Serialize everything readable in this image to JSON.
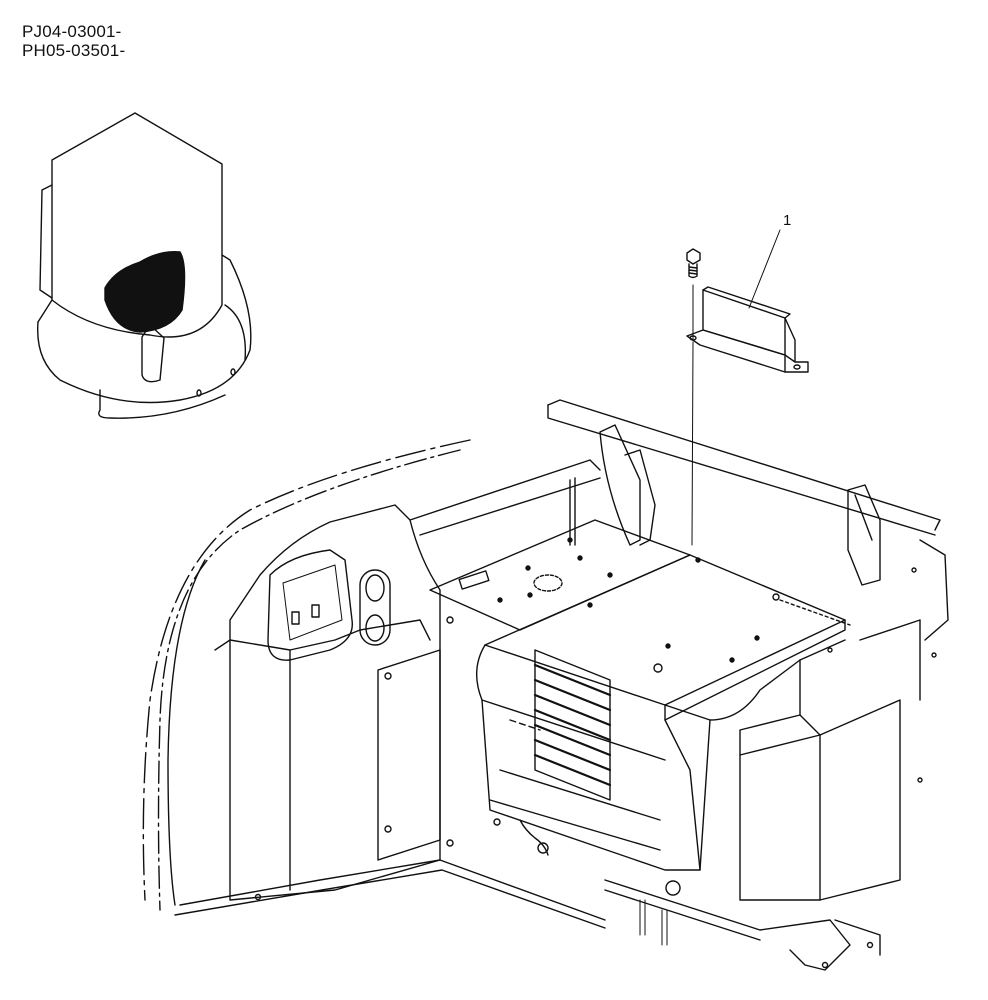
{
  "diagram": {
    "serial_ranges": [
      "PJ04-03001-",
      "PH05-03501-"
    ],
    "callouts": [
      {
        "number": "1",
        "part": "bracket"
      }
    ],
    "components": {
      "location_view": "cab-canopy-overview",
      "main_view": "operator-floor-frame-seat-stand",
      "detail_part": "bracket",
      "fastener": "bolt"
    },
    "colors": {
      "line": "#111111",
      "background": "#ffffff"
    }
  }
}
